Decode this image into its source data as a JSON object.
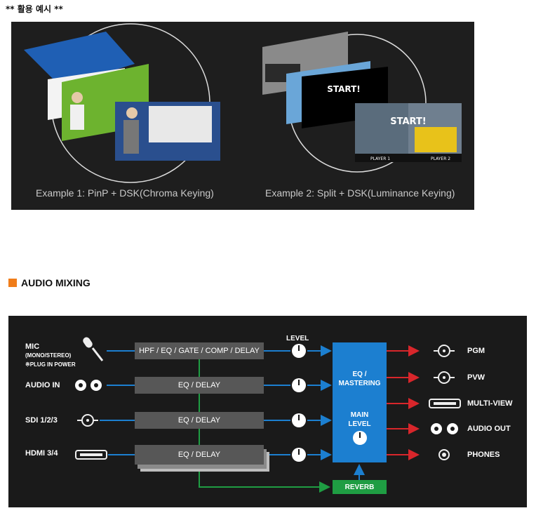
{
  "heading": "** 활용 예시 **",
  "examples": {
    "ex1_caption": "Example 1: PinP + DSK(Chroma Keying)",
    "ex2_caption": "Example 2: Split + DSK(Luminance Keying)",
    "game_text": "START!",
    "player1": "PLAYER 1",
    "player2": "PLAYER 2"
  },
  "section": {
    "title": "AUDIO MIXING",
    "accent": "#f07d1a"
  },
  "audio": {
    "inputs": {
      "mic": "MIC",
      "mic_sub": "(MONO/STEREO)",
      "mic_note": "※PLUG IN POWER",
      "audio_in": "AUDIO IN",
      "sdi": "SDI 1/2/3",
      "hdmi": "HDMI 3/4"
    },
    "processors": {
      "mic": "HPF / EQ / GATE / COMP / DELAY",
      "audio_in": "EQ / DELAY",
      "sdi": "EQ / DELAY",
      "hdmi": "EQ / DELAY"
    },
    "level_label": "LEVEL",
    "master": {
      "line1": "EQ /",
      "line2": "MASTERING",
      "line3": "MAIN",
      "line4": "LEVEL"
    },
    "reverb": "REVERB",
    "outputs": {
      "pgm": "PGM",
      "pvw": "PVW",
      "multiview": "MULTI-VIEW",
      "audio_out": "AUDIO OUT",
      "phones": "PHONES"
    },
    "colors": {
      "input_line": "#1c7fd0",
      "output_line": "#d8262b",
      "send_line": "#1f9d43",
      "processor": "#575757"
    }
  }
}
